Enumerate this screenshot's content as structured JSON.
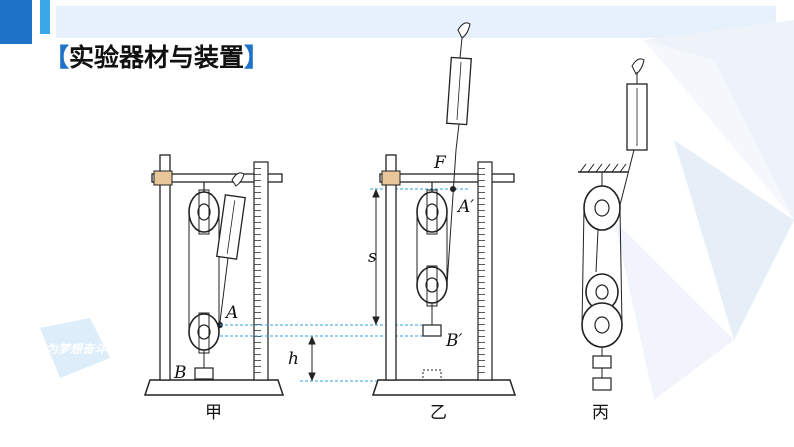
{
  "header": {
    "title": "实验器材与装置",
    "bracket_left": "【",
    "bracket_right": "】"
  },
  "watermark": {
    "text": "为梦想奋斗"
  },
  "figures": {
    "jia": {
      "caption": "甲",
      "label_A": "A",
      "label_B": "B",
      "label_h": "h"
    },
    "yi": {
      "caption": "乙",
      "label_F": "F",
      "label_A": "A′",
      "label_B": "B′",
      "label_s": "s"
    },
    "bing": {
      "caption": "丙"
    }
  },
  "colors": {
    "accent": "#1e73c8",
    "stand": "#ffffff",
    "dashed": "#2ea6e0",
    "wood": "#e8c69a"
  }
}
